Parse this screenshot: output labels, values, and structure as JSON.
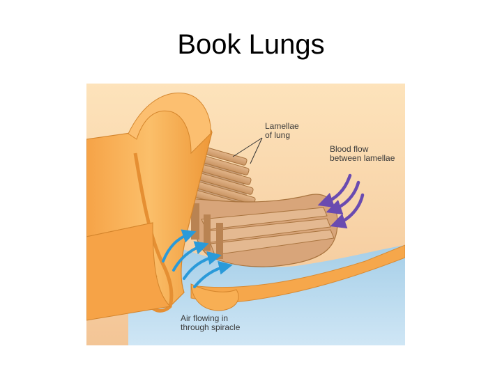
{
  "slide": {
    "title": "Book Lungs"
  },
  "diagram": {
    "labels": {
      "lamellae": [
        "Lamellae",
        "of lung"
      ],
      "blood_flow": [
        "Blood flow",
        "between lamellae"
      ],
      "air_flow": [
        "Air flowing in",
        "through spiracle"
      ]
    },
    "colors": {
      "background_top": "#fbdcb0",
      "background_bottom": "#f4c79a",
      "water": "#b6d8ee",
      "body_wall": "#f7a84a",
      "body_wall_dark": "#e08a2c",
      "lamella": "#d9a878",
      "lamella_dark": "#a9743f",
      "air_arrow": "#2a9ad9",
      "blood_arrow": "#6a4bb0"
    }
  }
}
